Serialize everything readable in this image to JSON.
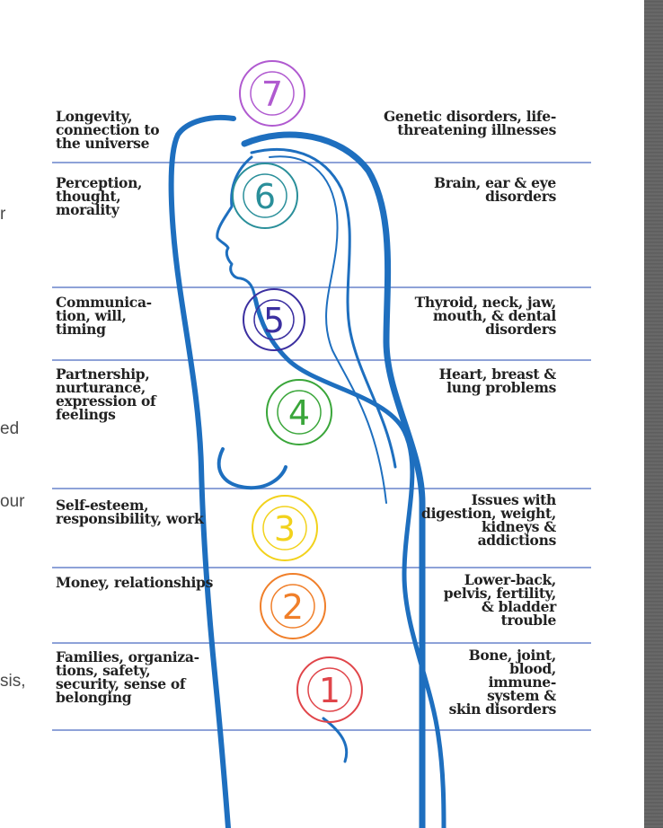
{
  "fragments": [
    "r",
    "ed",
    "our",
    "sis,"
  ],
  "chakras": [
    {
      "number": "7",
      "color": "#b05ad0",
      "left_label": "Longevity,\nconnection to\nthe universe",
      "right_label": "Genetic disorders, life-\nthreatening illnesses"
    },
    {
      "number": "6",
      "color": "#2a8f9a",
      "left_label": "Perception,\nthought,\nmorality",
      "right_label": "Brain, ear & eye\ndisorders"
    },
    {
      "number": "5",
      "color": "#3b2fa0",
      "left_label": "Communica-\ntion, will,\ntiming",
      "right_label": "Thyroid, neck, jaw,\nmouth, & dental\ndisorders"
    },
    {
      "number": "4",
      "color": "#3aa63a",
      "left_label": "Partnership,\nnurturance,\nexpression of\nfeelings",
      "right_label": "Heart, breast &\nlung problems"
    },
    {
      "number": "3",
      "color": "#f2d21c",
      "left_label": "Self-esteem,\nresponsibility, work",
      "right_label": "Issues with\ndigestion, weight,\nkidneys &\naddictions"
    },
    {
      "number": "2",
      "color": "#f07f2a",
      "left_label": "Money, relationships",
      "right_label": "Lower-back,\npelvis, fertility,\n& bladder\ntrouble"
    },
    {
      "number": "1",
      "color": "#e0454a",
      "left_label": "Families, organiza-\ntions, safety,\nsecurity, sense of\nbelonging",
      "right_label": "Bone, joint,\nblood,\nimmune-\nsystem &\nskin disorders"
    }
  ],
  "colors": {
    "body_outline": "#1e6fbf",
    "divider": "#8ea2d8"
  }
}
